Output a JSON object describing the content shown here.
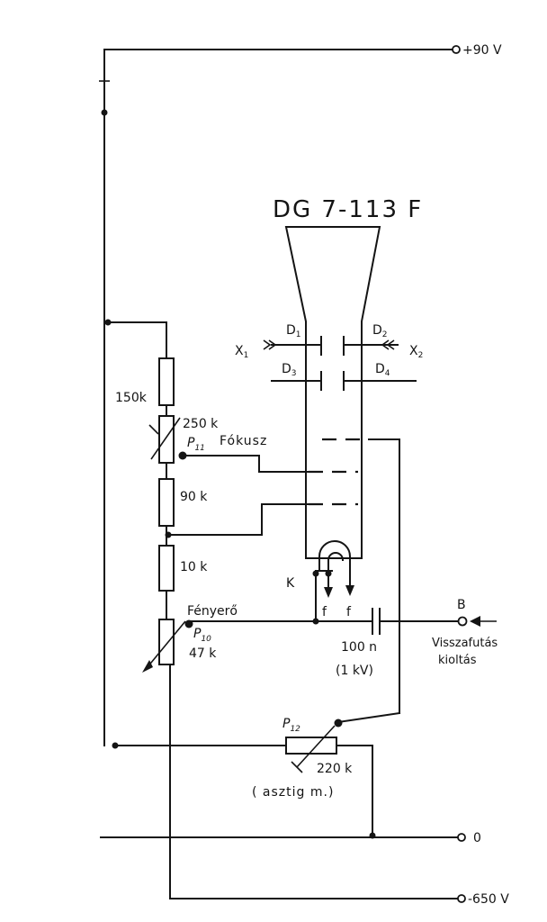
{
  "tube": {
    "type": "DG 7-113 F"
  },
  "terminals": {
    "plus90": "+90 V",
    "zero": "0",
    "minus650": "-650 V",
    "blanking": "B",
    "blanking_caption": [
      "Visszafutás",
      "kioltás"
    ]
  },
  "deflection": {
    "d1": "D",
    "d1_sub": "1",
    "d2": "D",
    "d2_sub": "2",
    "d3": "D",
    "d3_sub": "3",
    "d4": "D",
    "d4_sub": "4",
    "x1": "X",
    "x1_sub": "1",
    "x2": "X",
    "x2_sub": "2"
  },
  "components": {
    "r150": "150k",
    "p11_value": "250 k",
    "p11_name": "P",
    "p11_sub": "11",
    "p11_function": "Fókusz",
    "r90": "90 k",
    "r10": "10 k",
    "p10_function": "Fényerő",
    "p10_name": "P",
    "p10_sub": "10",
    "p10_value": "47 k",
    "cap_value": "100 n",
    "cap_voltage": "(1 kV)",
    "p12_name": "P",
    "p12_sub": "12",
    "p12_value": "220 k",
    "p12_function": "( asztig m.)"
  },
  "cathode": {
    "k": "K",
    "f1": "f",
    "f2": "f"
  }
}
